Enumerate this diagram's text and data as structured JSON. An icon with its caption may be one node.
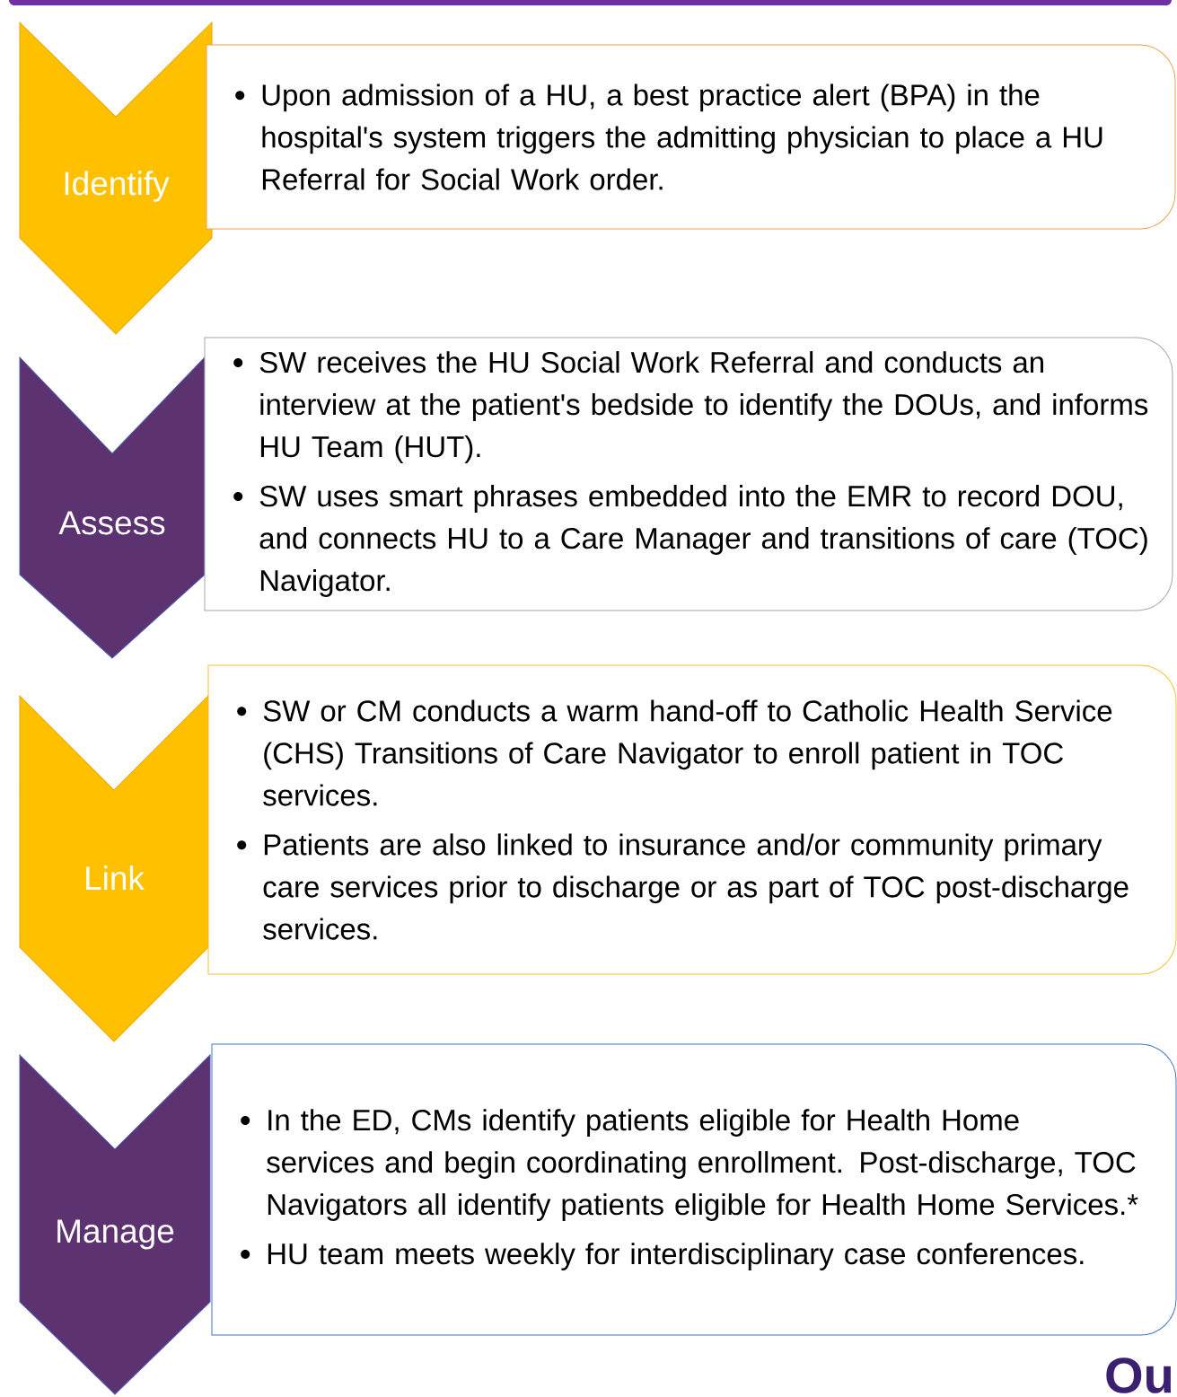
{
  "diagram": {
    "nodes": [
      {
        "text": [
          "Identify"
        ]
      },
      {
        "text": [
          "Upon admission of a HU, a best practice alert (BPA) in the hospital's system triggers the admitting physician to place a HU Referral for Social Work order."
        ]
      },
      {
        "text": [
          "Assess"
        ]
      },
      {
        "text": [
          "SW receives the HU Social Work Referral and conducts an interview at the patient's bedside to identify the DOUs, and informs HU Team (HUT).",
          "SW uses smart phrases embedded into the EMR to record DOU, and connects HU to a Care Manager and transitions of care (TOC) Navigator."
        ]
      },
      {
        "text": [
          "Link"
        ]
      },
      {
        "text": [
          "SW or CM conducts a warm hand-off to Catholic Health Service (CHS) Transitions of Care Navigator to enroll patient in TOC services.",
          "Patients are also linked to insurance and/or community primary care services prior to discharge or as part of TOC post-discharge services."
        ]
      },
      {
        "text": [
          "Manage"
        ]
      },
      {
        "text": [
          "In the ED, CMs identify patients eligible for Health Home services and begin coordinating enrollment. Post-discharge, TOC Navigators all identify patients eligible for Health Home Services.*",
          "HU team meets weekly for interdisciplinary case conferences."
        ]
      }
    ],
    "labels": [
      "Ou"
    ]
  }
}
